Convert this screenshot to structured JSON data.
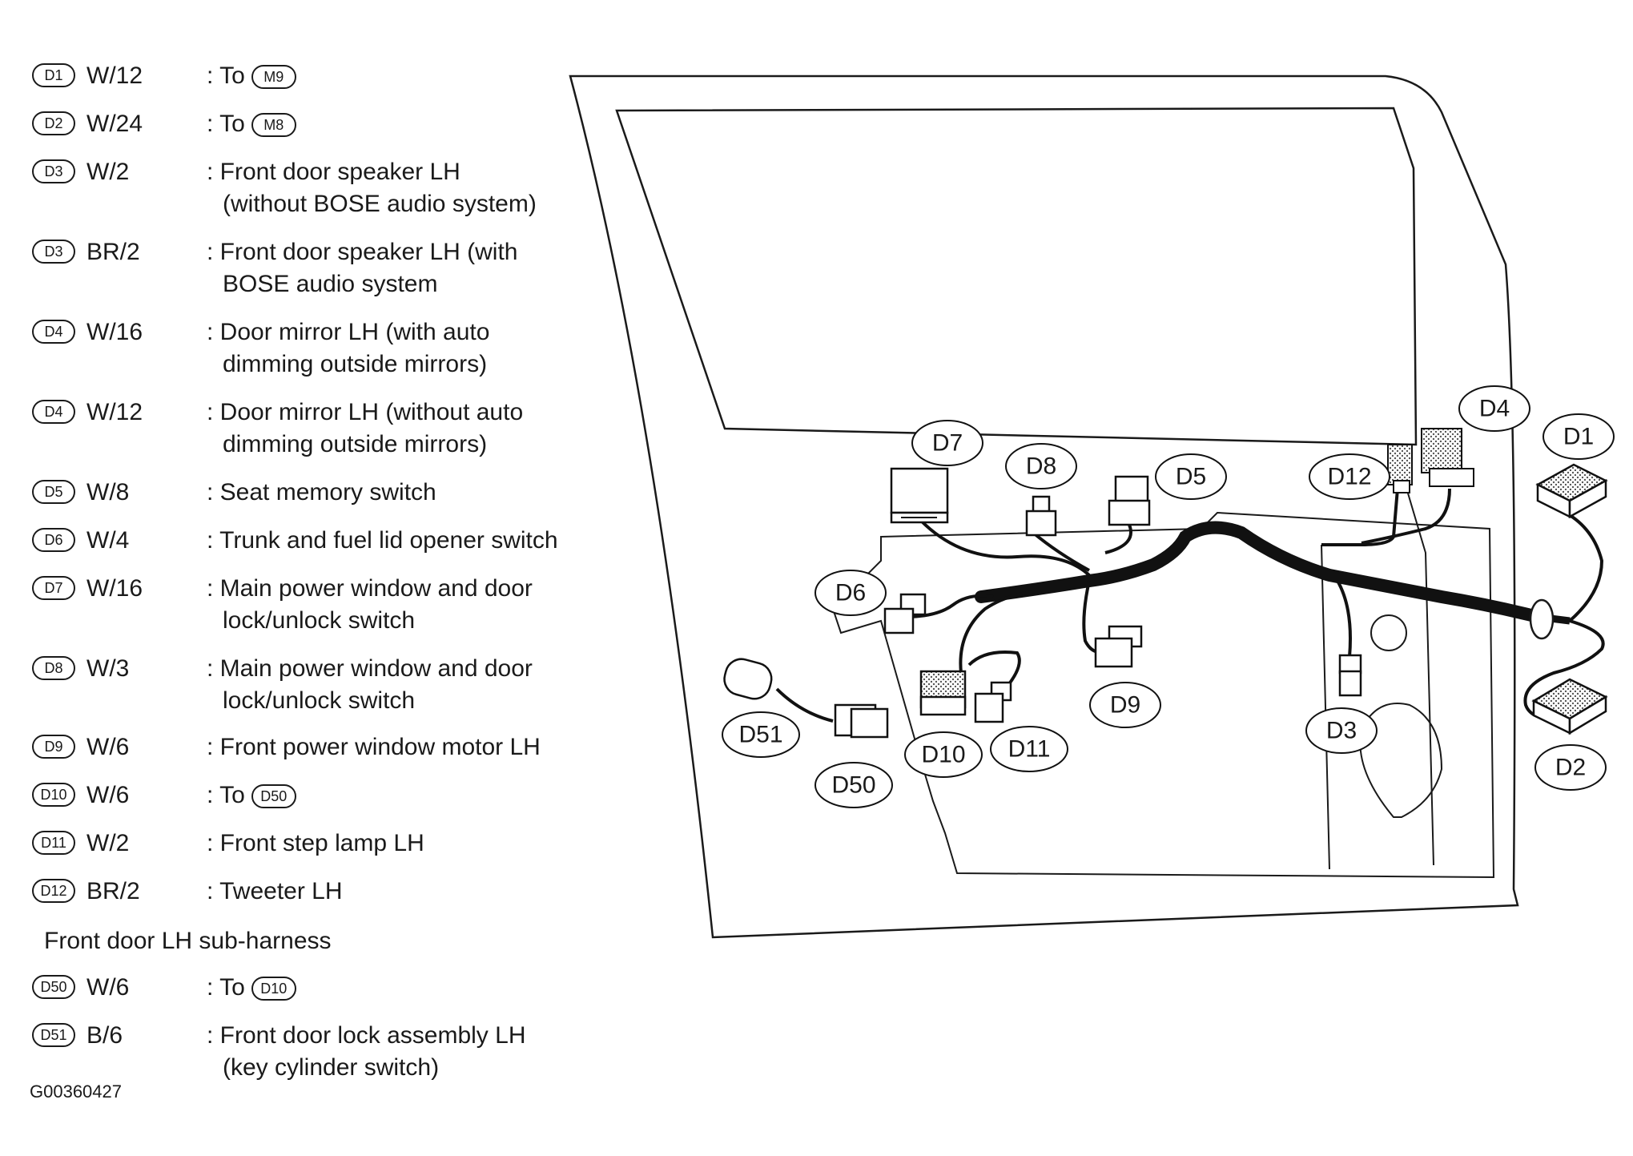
{
  "legend": [
    {
      "badge": "D1",
      "code": "W/12",
      "lines": [
        ": To"
      ],
      "ref": "M9"
    },
    {
      "badge": "D2",
      "code": "W/24",
      "lines": [
        ": To"
      ],
      "ref": "M8"
    },
    {
      "badge": "D3",
      "code": "W/2",
      "lines": [
        ": Front door speaker LH",
        "(without BOSE audio system)"
      ]
    },
    {
      "badge": "D3",
      "code": "BR/2",
      "lines": [
        ": Front door speaker LH (with",
        "BOSE audio system"
      ]
    },
    {
      "badge": "D4",
      "code": "W/16",
      "lines": [
        ": Door mirror LH (with auto",
        "dimming outside mirrors)"
      ]
    },
    {
      "badge": "D4",
      "code": "W/12",
      "lines": [
        ": Door mirror LH (without auto",
        "dimming outside mirrors)"
      ]
    },
    {
      "badge": "D5",
      "code": "W/8",
      "lines": [
        ": Seat memory switch"
      ]
    },
    {
      "badge": "D6",
      "code": "W/4",
      "lines": [
        ": Trunk and fuel lid opener switch"
      ]
    },
    {
      "badge": "D7",
      "code": "W/16",
      "lines": [
        ": Main power window and door",
        "lock/unlock switch"
      ]
    },
    {
      "badge": "D8",
      "code": "W/3",
      "lines": [
        ": Main power window and door",
        "lock/unlock switch"
      ]
    },
    {
      "badge": "D9",
      "code": "W/6",
      "lines": [
        ": Front power window motor LH"
      ]
    },
    {
      "badge": "D10",
      "code": "W/6",
      "lines": [
        ": To"
      ],
      "ref": "D50"
    },
    {
      "badge": "D11",
      "code": "W/2",
      "lines": [
        ": Front step lamp LH"
      ]
    },
    {
      "badge": "D12",
      "code": "BR/2",
      "lines": [
        ": Tweeter LH"
      ]
    }
  ],
  "sub_harness_title": "Front door LH sub-harness",
  "sub_legend": [
    {
      "badge": "D50",
      "code": "W/6",
      "lines": [
        ": To"
      ],
      "ref": "D10"
    },
    {
      "badge": "D51",
      "code": "B/6",
      "lines": [
        ": Front door lock assembly LH",
        "(key cylinder switch)"
      ]
    }
  ],
  "figure_id": "G00360427",
  "callouts": [
    "D1",
    "D2",
    "D3",
    "D4",
    "D5",
    "D6",
    "D7",
    "D8",
    "D9",
    "D10",
    "D11",
    "D12",
    "D50",
    "D51"
  ]
}
